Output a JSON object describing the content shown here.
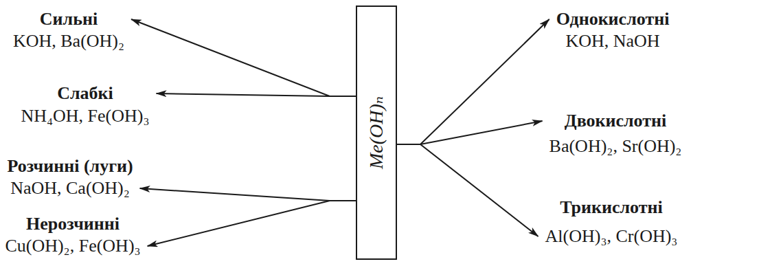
{
  "diagram": {
    "nodes": [
      {
        "text": [
          "Сильні",
          "KOH, Ba(OH)₂"
        ]
      },
      {
        "text": [
          "Слабкі",
          "NH₄OH, Fe(OH)₃"
        ]
      },
      {
        "text": [
          "Розчинні (луги)",
          "NaOH, Ca(OH)₂"
        ]
      },
      {
        "text": [
          "Нерозчинні",
          "Cu(OH)₂, Fe(OH)₃"
        ]
      },
      {
        "text": [
          "Me(OH)ₙ"
        ]
      },
      {
        "text": [
          "Однокислотні",
          "KOH, NaOH"
        ]
      },
      {
        "text": [
          "Двокислотні",
          "Ba(OH)₂, Sr(OH)₂"
        ]
      },
      {
        "text": [
          "Трикислотні",
          "Al(OH)₃, Cr(OH)₃"
        ]
      }
    ],
    "edges": [
      {
        "from": 4,
        "to": 0,
        "arrow": "to"
      },
      {
        "from": 4,
        "to": 1,
        "arrow": "to"
      },
      {
        "from": 4,
        "to": 2,
        "arrow": "to"
      },
      {
        "from": 4,
        "to": 3,
        "arrow": "to"
      },
      {
        "from": 4,
        "to": 5,
        "arrow": "to"
      },
      {
        "from": 4,
        "to": 6,
        "arrow": "to"
      },
      {
        "from": 4,
        "to": 7,
        "arrow": "to"
      }
    ]
  }
}
